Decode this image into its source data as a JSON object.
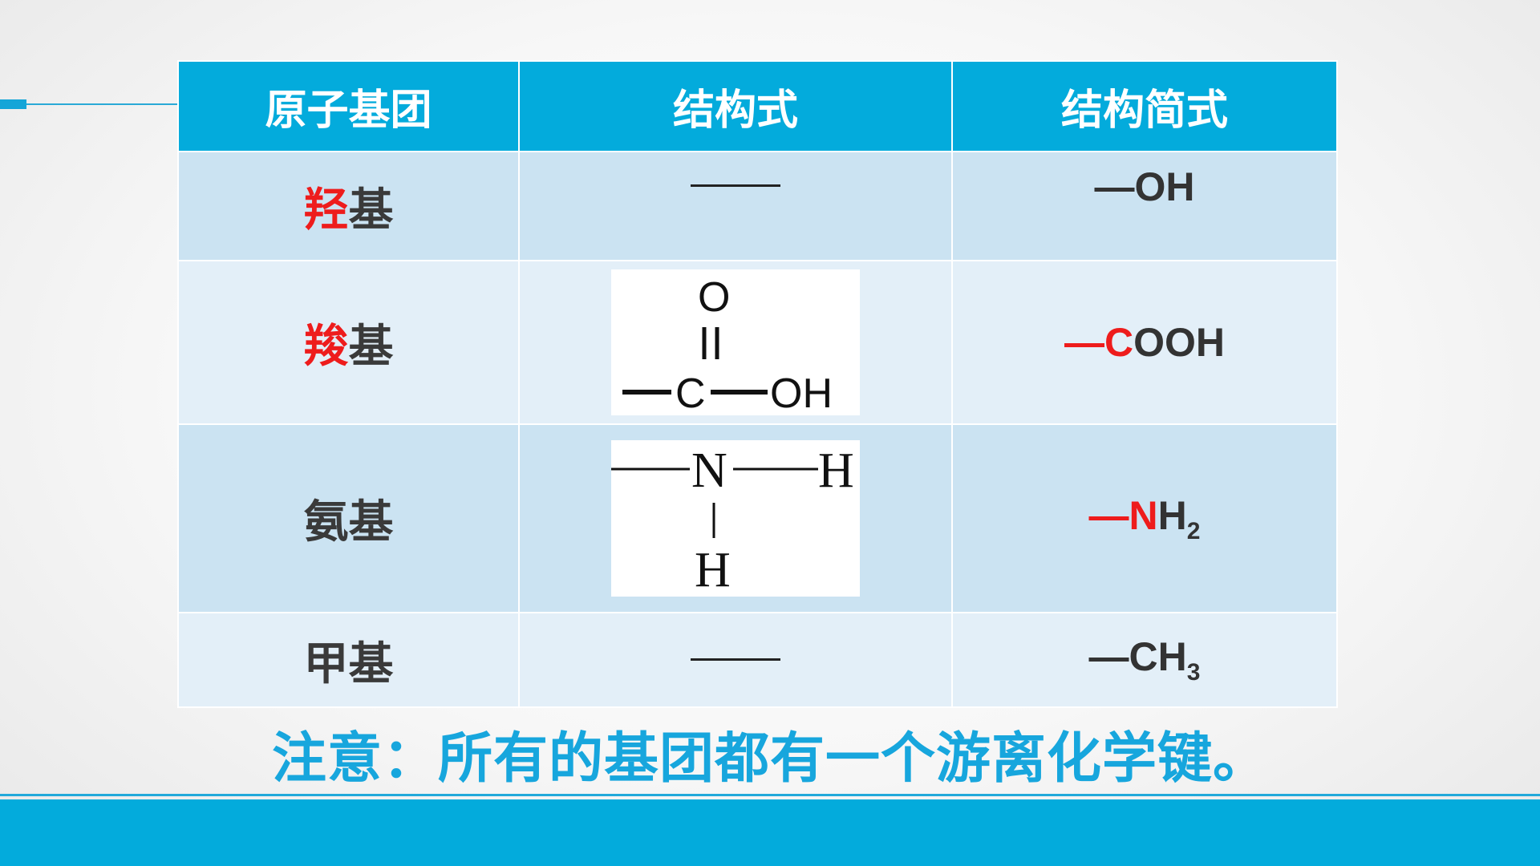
{
  "table": {
    "headers": [
      "原子基团",
      "结构式",
      "结构简式"
    ],
    "rows": [
      {
        "name_highlight": "羟",
        "name_rest": "基",
        "structure": "——",
        "formula_prefix": "—",
        "formula_main": "OH",
        "formula_sub": ""
      },
      {
        "name_highlight": "羧",
        "name_rest": "基",
        "structure_image": "carboxyl structural formula",
        "formula_prefix": "—C",
        "formula_main": "OOH",
        "formula_sub": ""
      },
      {
        "name_highlight": "",
        "name_rest": "氨基",
        "structure_image": "amino structural formula",
        "formula_prefix": "—N",
        "formula_main": "H",
        "formula_sub": "2"
      },
      {
        "name_highlight": "",
        "name_rest": "甲基",
        "structure": "——",
        "formula_prefix": "",
        "formula_main": "—CH",
        "formula_sub": "3"
      }
    ]
  },
  "structures": {
    "carboxyl": {
      "top": "O",
      "double_bond": "||",
      "left_bond": "—",
      "center": "C",
      "right_bond": "—",
      "right": "OH"
    },
    "amino": {
      "left_bond": "——",
      "center": "N",
      "right_bond": "——",
      "right": "H",
      "down_bond": "|",
      "bottom": "H"
    }
  },
  "note": "注意：所有的基团都有一个游离化学键。",
  "colors": {
    "accent": "#03abdc",
    "highlight": "#ee1c1c",
    "note": "#17a6dd"
  }
}
